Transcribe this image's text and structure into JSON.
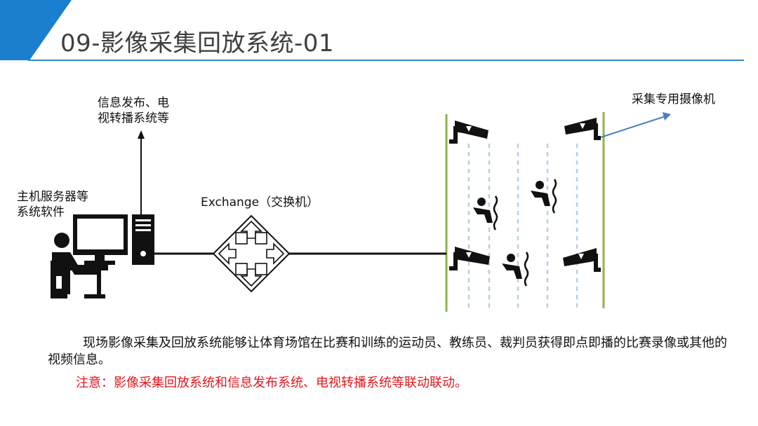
{
  "header": {
    "title": "09-影像采集回放系统-01",
    "accent_color": "#1a7fcf",
    "rule_color": "#2f86c8"
  },
  "diagram": {
    "info_publish_label_1": "信息发布、电",
    "info_publish_label_2": "视转播系统等",
    "host_label_1": "主机服务器等",
    "host_label_2": "系统软件",
    "exchange_label": "Exchange（交换机）",
    "camera_label": "采集专用摄像机",
    "lane_line_color": "#8fb44a",
    "lane_dash_color": "#b7cfe6",
    "arrow_color": "#4a7fc0"
  },
  "description": {
    "paragraph": "现场影像采集及回放系统能够让体育场馆在比赛和训练的运动员、教练员、裁判员获得即点即播的比赛录像或其他的视频信息。",
    "note": "注意：影像采集回放系统和信息发布系统、电视转播系统等联动联动。",
    "note_color": "#e8151b"
  }
}
